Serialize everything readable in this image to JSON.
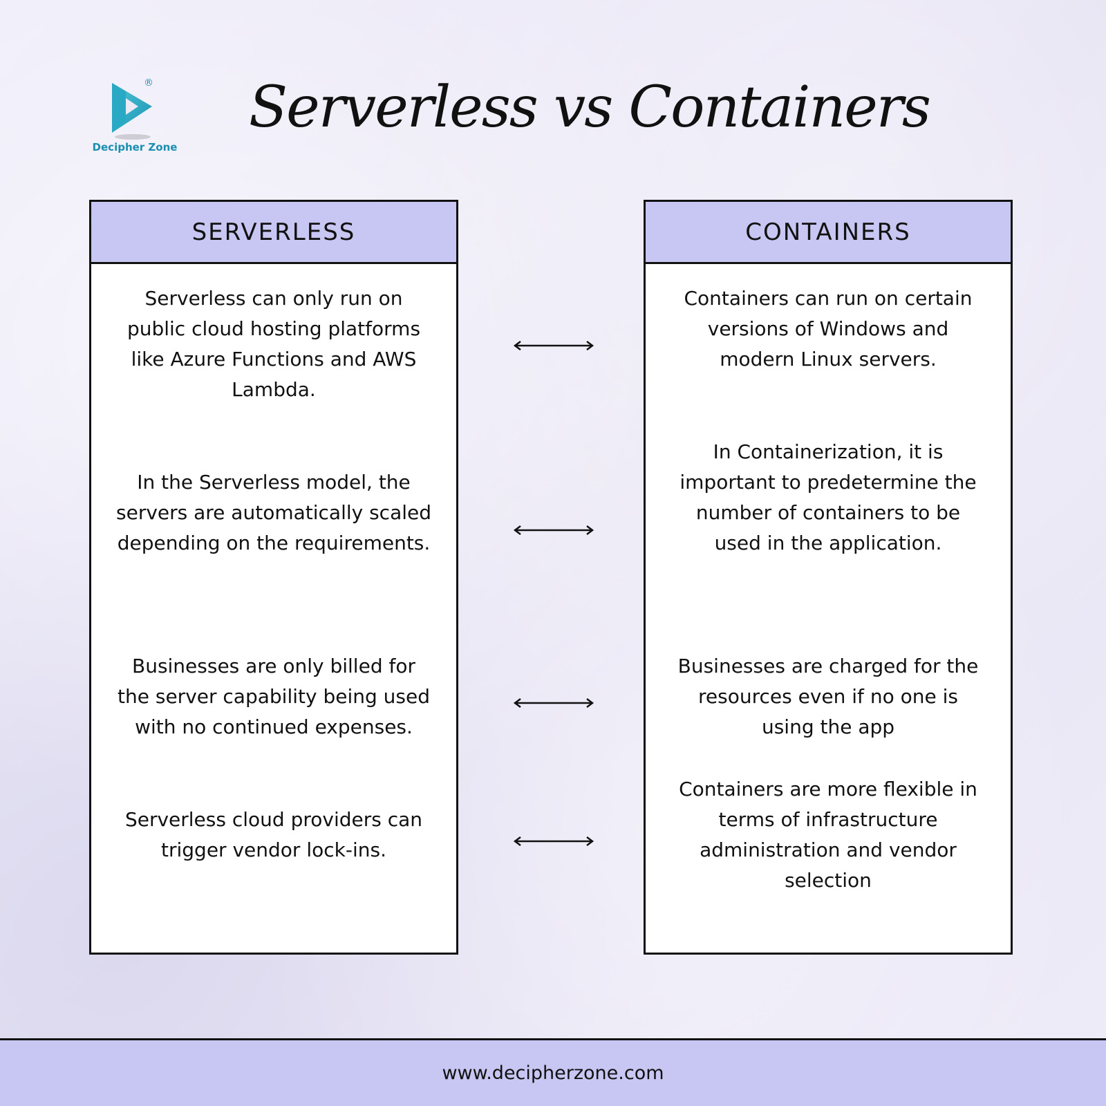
{
  "brand": {
    "name": "Decipher Zone",
    "logo_icon": "play-triangle-logo-icon",
    "registered_mark": "®",
    "accent_color": "#1a8fb0"
  },
  "title": "Serverless vs Containers",
  "columns": {
    "left": {
      "header": "SERVERLESS",
      "items": [
        "Serverless can only run on public cloud hosting platforms like Azure Functions and AWS Lambda.",
        "In the Serverless model, the servers are automatically scaled depending on the requirements.",
        "Businesses are only billed for the server capability being used with no continued expenses.",
        "Serverless cloud providers can trigger vendor lock-ins."
      ]
    },
    "right": {
      "header": "CONTAINERS",
      "items": [
        "Containers can run on certain versions of Windows and modern Linux servers.",
        "In Containerization, it is important to predetermine the number of containers to be used in the application.",
        "Businesses are charged for the resources even if no one is using the app",
        "Containers are more flexible in terms of infrastructure administration and vendor selection"
      ]
    }
  },
  "comparison_icon": "double-arrow-icon",
  "header_color": "#c8c6f2",
  "footer": {
    "url": "www.decipherzone.com"
  }
}
